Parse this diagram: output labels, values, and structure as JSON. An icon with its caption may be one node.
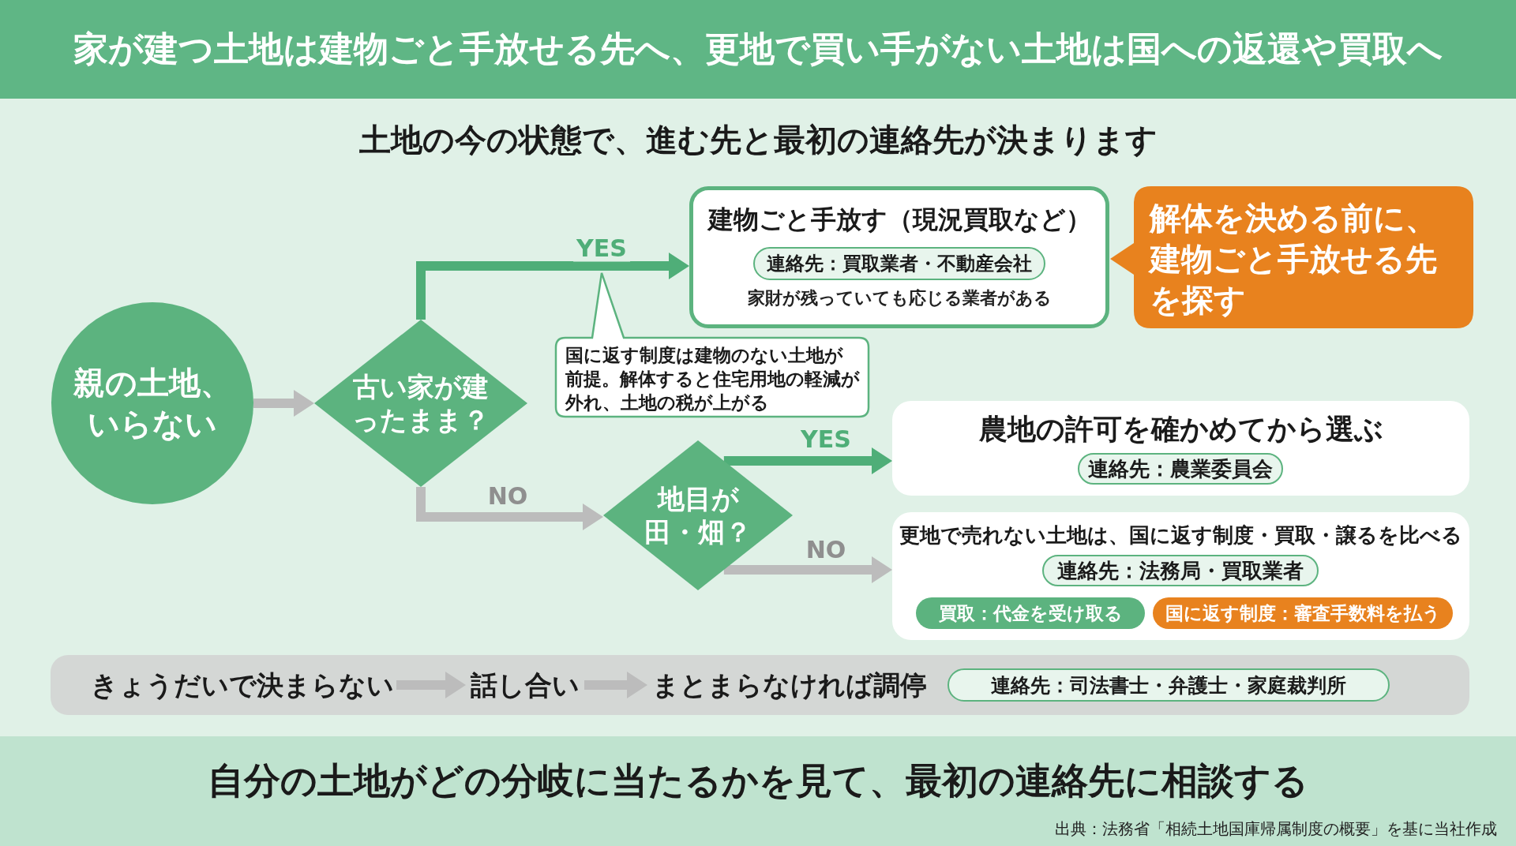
{
  "diagram": {
    "title": "家が建つ土地は建物ごと手放せる先へ、更地で買い手がない土地は国への返還や買取へ",
    "nodes": [
      {
        "text": [
          "親の土地、いらない"
        ]
      },
      {
        "text": [
          "古い家が建ったまま？"
        ]
      },
      {
        "text": [
          "建物ごと手放す（現況買取など）",
          "家財が残っていても応じる業者がある"
        ]
      },
      {
        "text": [
          "連絡先：買取業者・不動産会社"
        ],
        "in": 2
      },
      {
        "text": [
          "解体を決める前に、建物ごと手放せる先を探す"
        ]
      },
      {
        "text": [
          "国に返す制度は建物のない土地が前提。解体すると住宅用地の軽減が外れ、土地の税が上がる"
        ]
      },
      {
        "text": [
          "地目が田・畑？"
        ]
      },
      {
        "text": [
          "農地の許可を確かめてから選ぶ"
        ]
      },
      {
        "text": [
          "連絡先：農業委員会"
        ],
        "in": 7
      },
      {
        "text": [
          "更地で売れない土地は、国に返す制度・買取・譲るを比べる"
        ]
      },
      {
        "text": [
          "連絡先：法務局・買取業者"
        ],
        "in": 9
      },
      {
        "text": [
          "買取：代金を受け取る"
        ],
        "in": 9
      },
      {
        "text": [
          "国に返す制度：審査手数料を払う"
        ],
        "in": 9
      },
      {
        "text": [],
        "shape": "box"
      },
      {
        "text": [
          "きょうだいで決まらない"
        ],
        "in": 13
      },
      {
        "text": [
          "話し合い"
        ],
        "in": 13
      },
      {
        "text": [
          "まとまらなければ調停"
        ],
        "in": 13
      },
      {
        "text": [
          "連絡先：司法書士・弁護士・家庭裁判所"
        ],
        "in": 13
      }
    ],
    "edges": [
      {
        "from": 0,
        "to": 1,
        "arrow": "to"
      },
      {
        "from": 1,
        "to": 2,
        "arrow": "to",
        "label": "YES",
        "color": "#4fae78"
      },
      {
        "from": 1,
        "to": 6,
        "arrow": "to",
        "label": "NO"
      },
      {
        "from": 6,
        "to": 7,
        "arrow": "to",
        "label": "YES",
        "color": "#4fae78"
      },
      {
        "from": 6,
        "to": 9,
        "arrow": "to",
        "label": "NO"
      },
      {
        "from": 14,
        "to": 15,
        "arrow": "to"
      },
      {
        "from": 15,
        "to": 16,
        "arrow": "to"
      }
    ],
    "labels": [
      "土地の今の状態で、進む先と最初の連絡先が決まります",
      "自分の土地がどの分岐に当たるかを見て、最初の連絡先に相談する",
      "出典：法務省「相続土地国庫帰属制度の概要」を基に当社作成"
    ]
  }
}
